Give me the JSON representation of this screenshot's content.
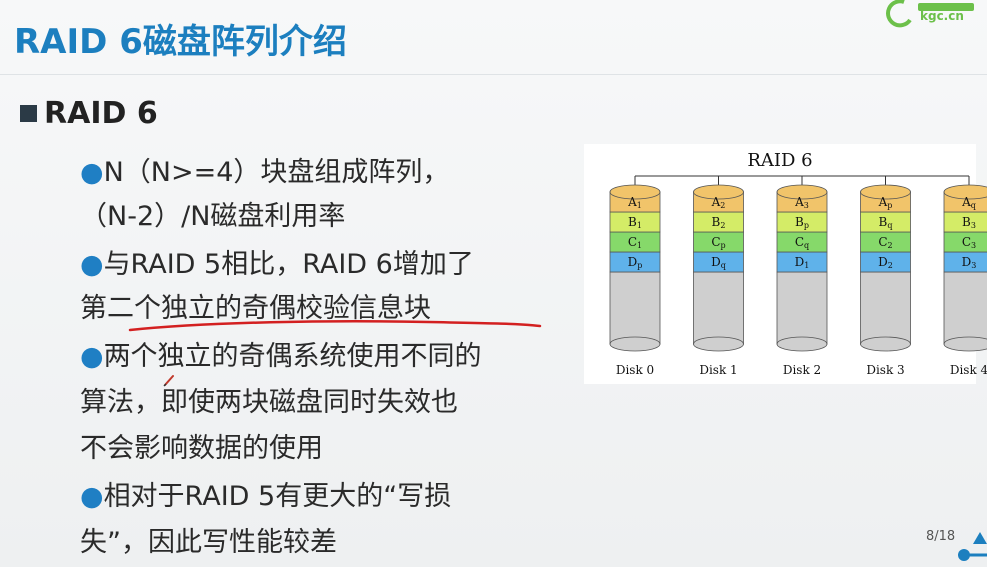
{
  "slide": {
    "title": "RAID 6磁盘阵列介绍",
    "logo_text": "kgc.cn",
    "section_title": "RAID 6",
    "lines": [
      {
        "bullet": "●",
        "text": "N（N>=4）块盘组成阵列，"
      },
      {
        "bullet": "",
        "text": "（N-2）/N磁盘利用率"
      },
      {
        "bullet": "●",
        "text": "与RAID 5相比，RAID 6增加了"
      },
      {
        "bullet": "",
        "text": "第二个独立的奇偶校验信息块"
      },
      {
        "bullet": "●",
        "text": "两个独立的奇偶系统使用不同的"
      },
      {
        "bullet": "",
        "text": "算法，即使两块磁盘同时失效也"
      },
      {
        "bullet": "",
        "text": "不会影响数据的使用"
      },
      {
        "bullet": "●",
        "text": "相对于RAID 5有更大的“写损"
      },
      {
        "bullet": "",
        "text": "失”，因此写性能较差"
      }
    ],
    "page_indicator": "8/18"
  },
  "diagram": {
    "title": "RAID 6",
    "disks": [
      {
        "label": "Disk 0",
        "blocks": [
          {
            "main": "A",
            "sub": "1"
          },
          {
            "main": "B",
            "sub": "1"
          },
          {
            "main": "C",
            "sub": "1"
          },
          {
            "main": "D",
            "sub": "p"
          }
        ]
      },
      {
        "label": "Disk 1",
        "blocks": [
          {
            "main": "A",
            "sub": "2"
          },
          {
            "main": "B",
            "sub": "2"
          },
          {
            "main": "C",
            "sub": "p"
          },
          {
            "main": "D",
            "sub": "q"
          }
        ]
      },
      {
        "label": "Disk 2",
        "blocks": [
          {
            "main": "A",
            "sub": "3"
          },
          {
            "main": "B",
            "sub": "p"
          },
          {
            "main": "C",
            "sub": "q"
          },
          {
            "main": "D",
            "sub": "1"
          }
        ]
      },
      {
        "label": "Disk 3",
        "blocks": [
          {
            "main": "A",
            "sub": "p"
          },
          {
            "main": "B",
            "sub": "q"
          },
          {
            "main": "C",
            "sub": "2"
          },
          {
            "main": "D",
            "sub": "2"
          }
        ]
      },
      {
        "label": "Disk 4",
        "blocks": [
          {
            "main": "A",
            "sub": "q"
          },
          {
            "main": "B",
            "sub": "3"
          },
          {
            "main": "C",
            "sub": "3"
          },
          {
            "main": "D",
            "sub": "3"
          }
        ]
      }
    ],
    "colors": {
      "row_a": "#f1c46a",
      "row_b": "#d4ec67",
      "row_c": "#86d96a",
      "row_d": "#5fb2ea",
      "body": "#cfcfcf",
      "title_color": "#1c7fbf",
      "underline": "#d32020"
    }
  }
}
